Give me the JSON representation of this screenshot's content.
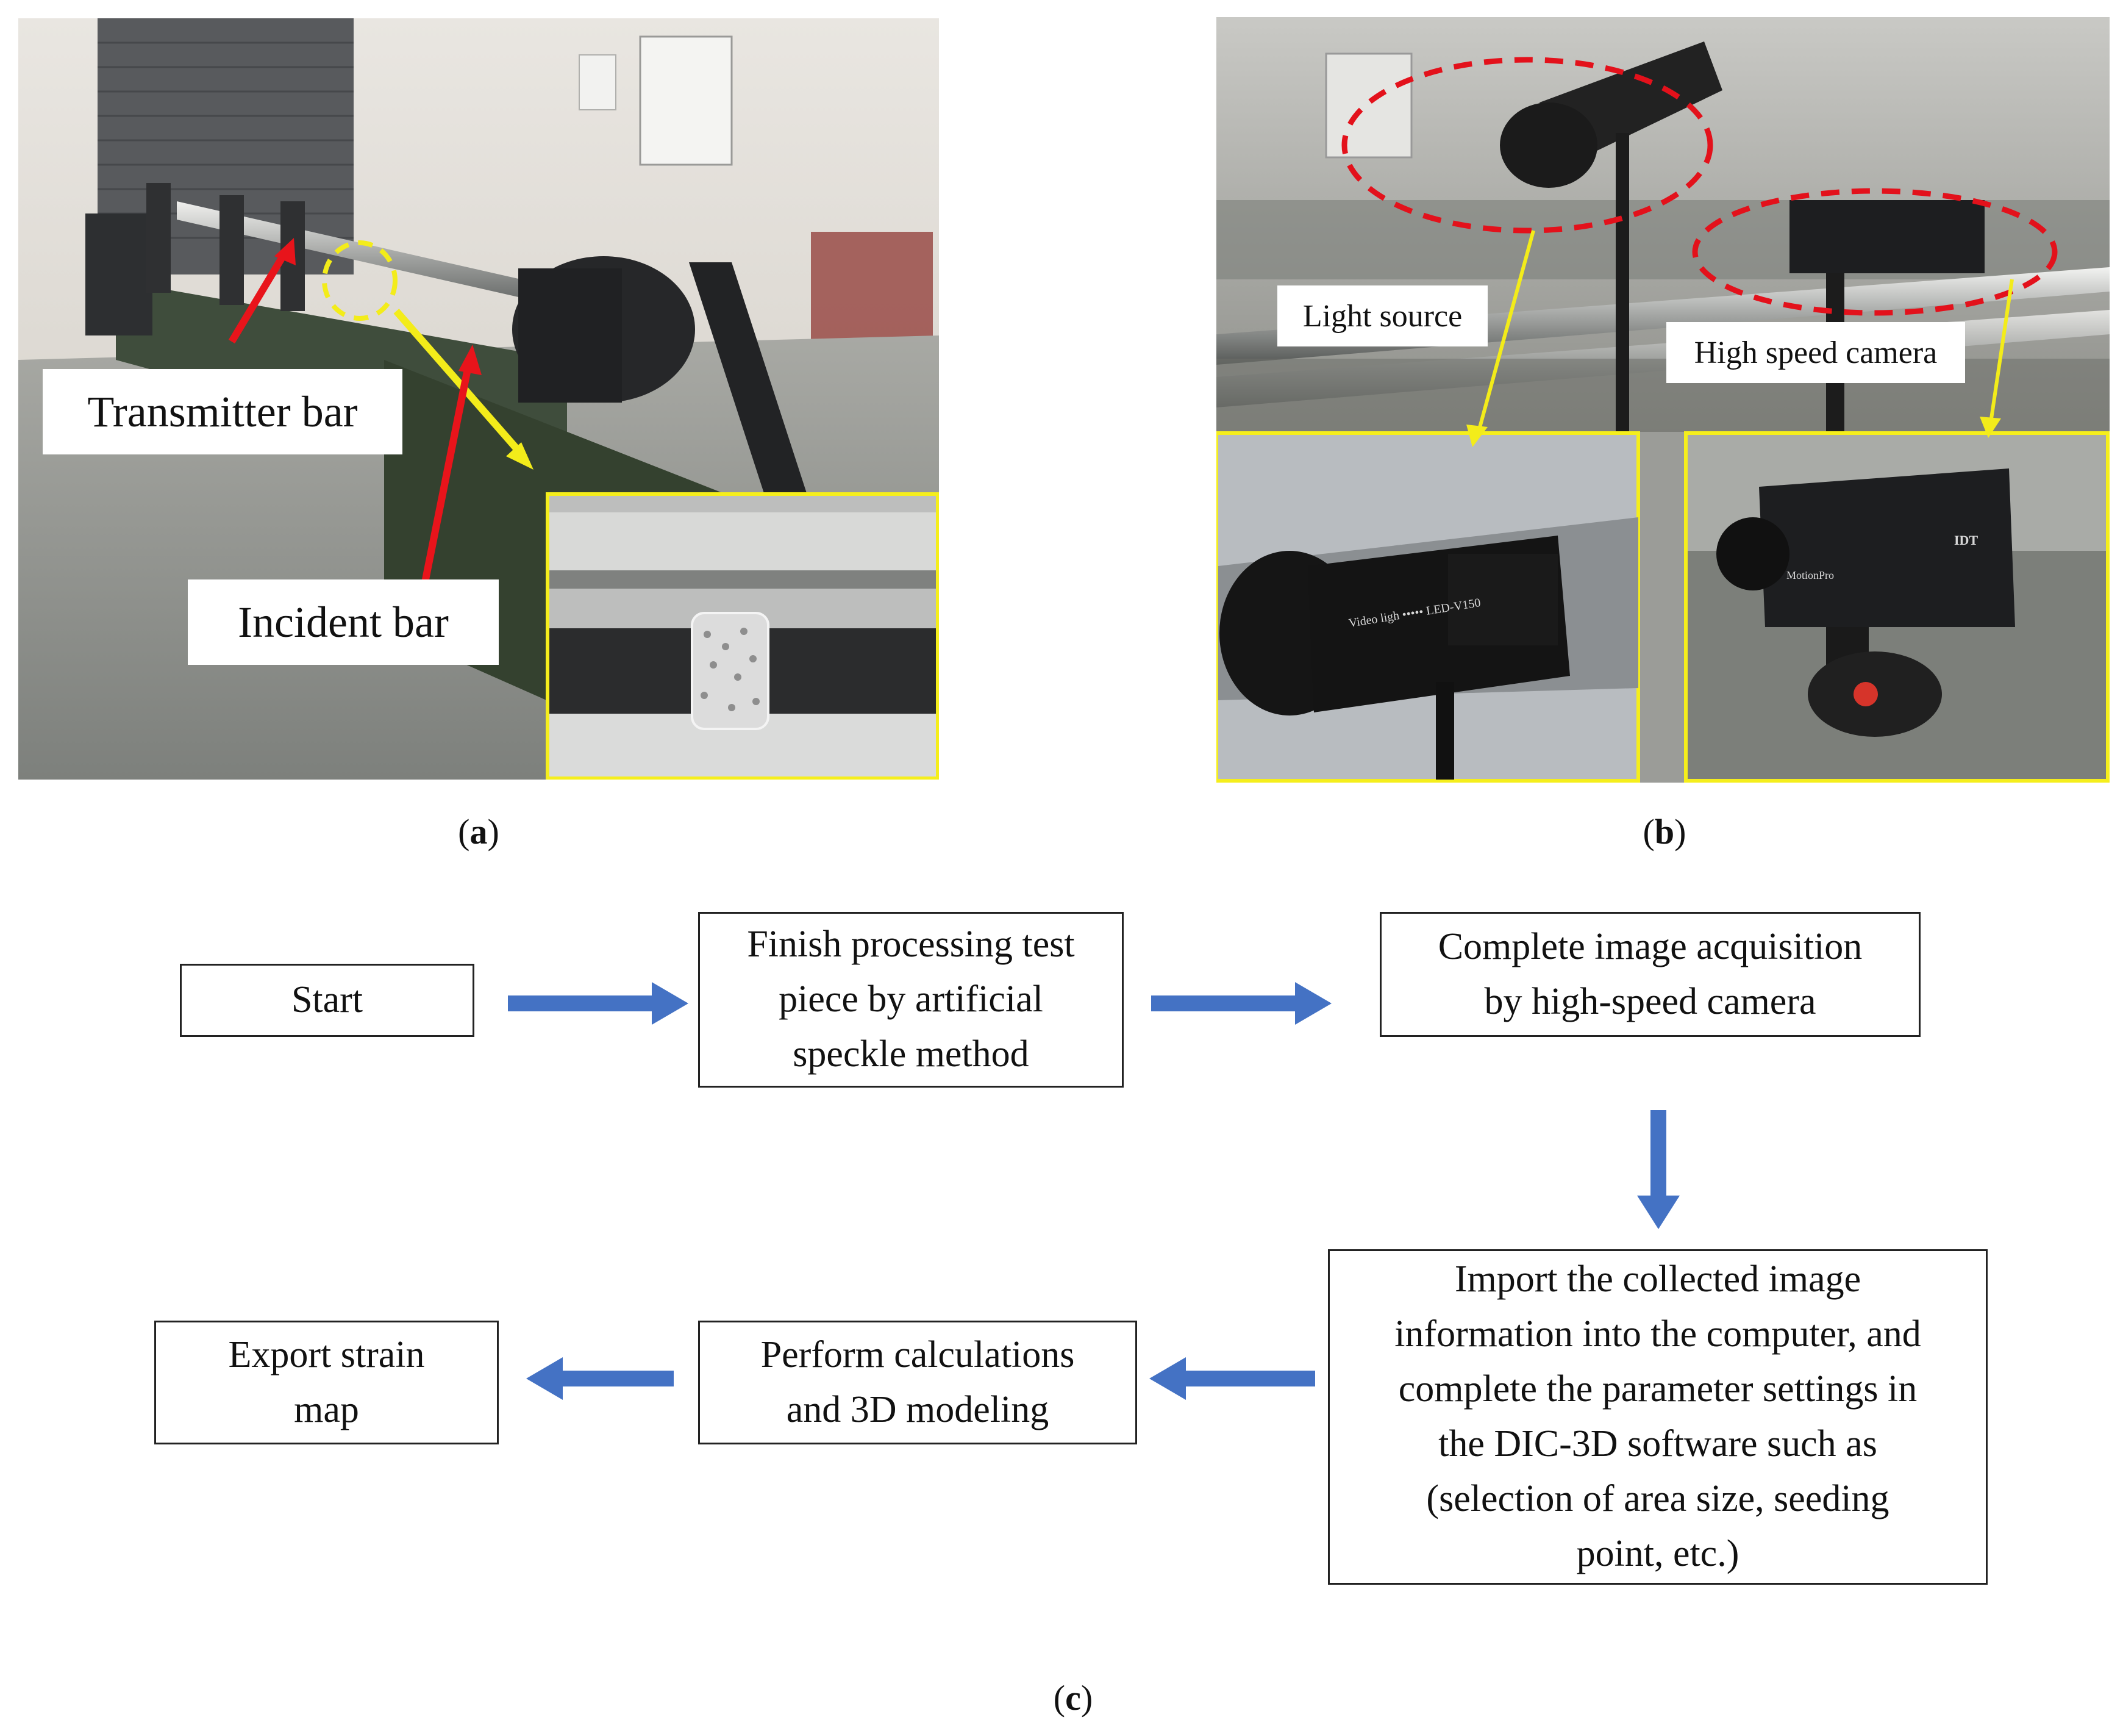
{
  "panels": {
    "a": {
      "caption_open": "(",
      "caption_letter": "a",
      "caption_close": ")",
      "labels": {
        "transmitter": "Transmitter bar",
        "incident": "Incident bar"
      }
    },
    "b": {
      "caption_open": "(",
      "caption_letter": "b",
      "caption_close": ")",
      "labels": {
        "light": "Light source",
        "camera": "High speed camera"
      },
      "device_text": {
        "light_brand": "Video ligh ••••• LED-V150",
        "camera_brand": "MotionPro",
        "camera_logo": "IDT"
      }
    },
    "c": {
      "caption_open": "(",
      "caption_letter": "c",
      "caption_close": ")",
      "flow": {
        "start": [
          "Start"
        ],
        "finish": [
          "Finish processing test",
          "piece by artificial",
          "speckle method"
        ],
        "acquire": [
          "Complete image acquisition",
          "by high-speed camera"
        ],
        "import": [
          "Import the collected image",
          "information into the computer, and",
          "complete the parameter settings in",
          "the DIC-3D software such as",
          "(selection of area size, seeding",
          "point, etc.)"
        ],
        "perform": [
          "Perform calculations",
          "and 3D modeling"
        ],
        "export": [
          "Export strain",
          "map"
        ]
      }
    }
  },
  "colors": {
    "flow_arrow": "#4472C4",
    "red_annotation": "#E8141B",
    "yellow_annotation": "#F3EC1A",
    "red_dashed_ellipse": "#E3111B",
    "inset_border": "#F5EE1C"
  }
}
